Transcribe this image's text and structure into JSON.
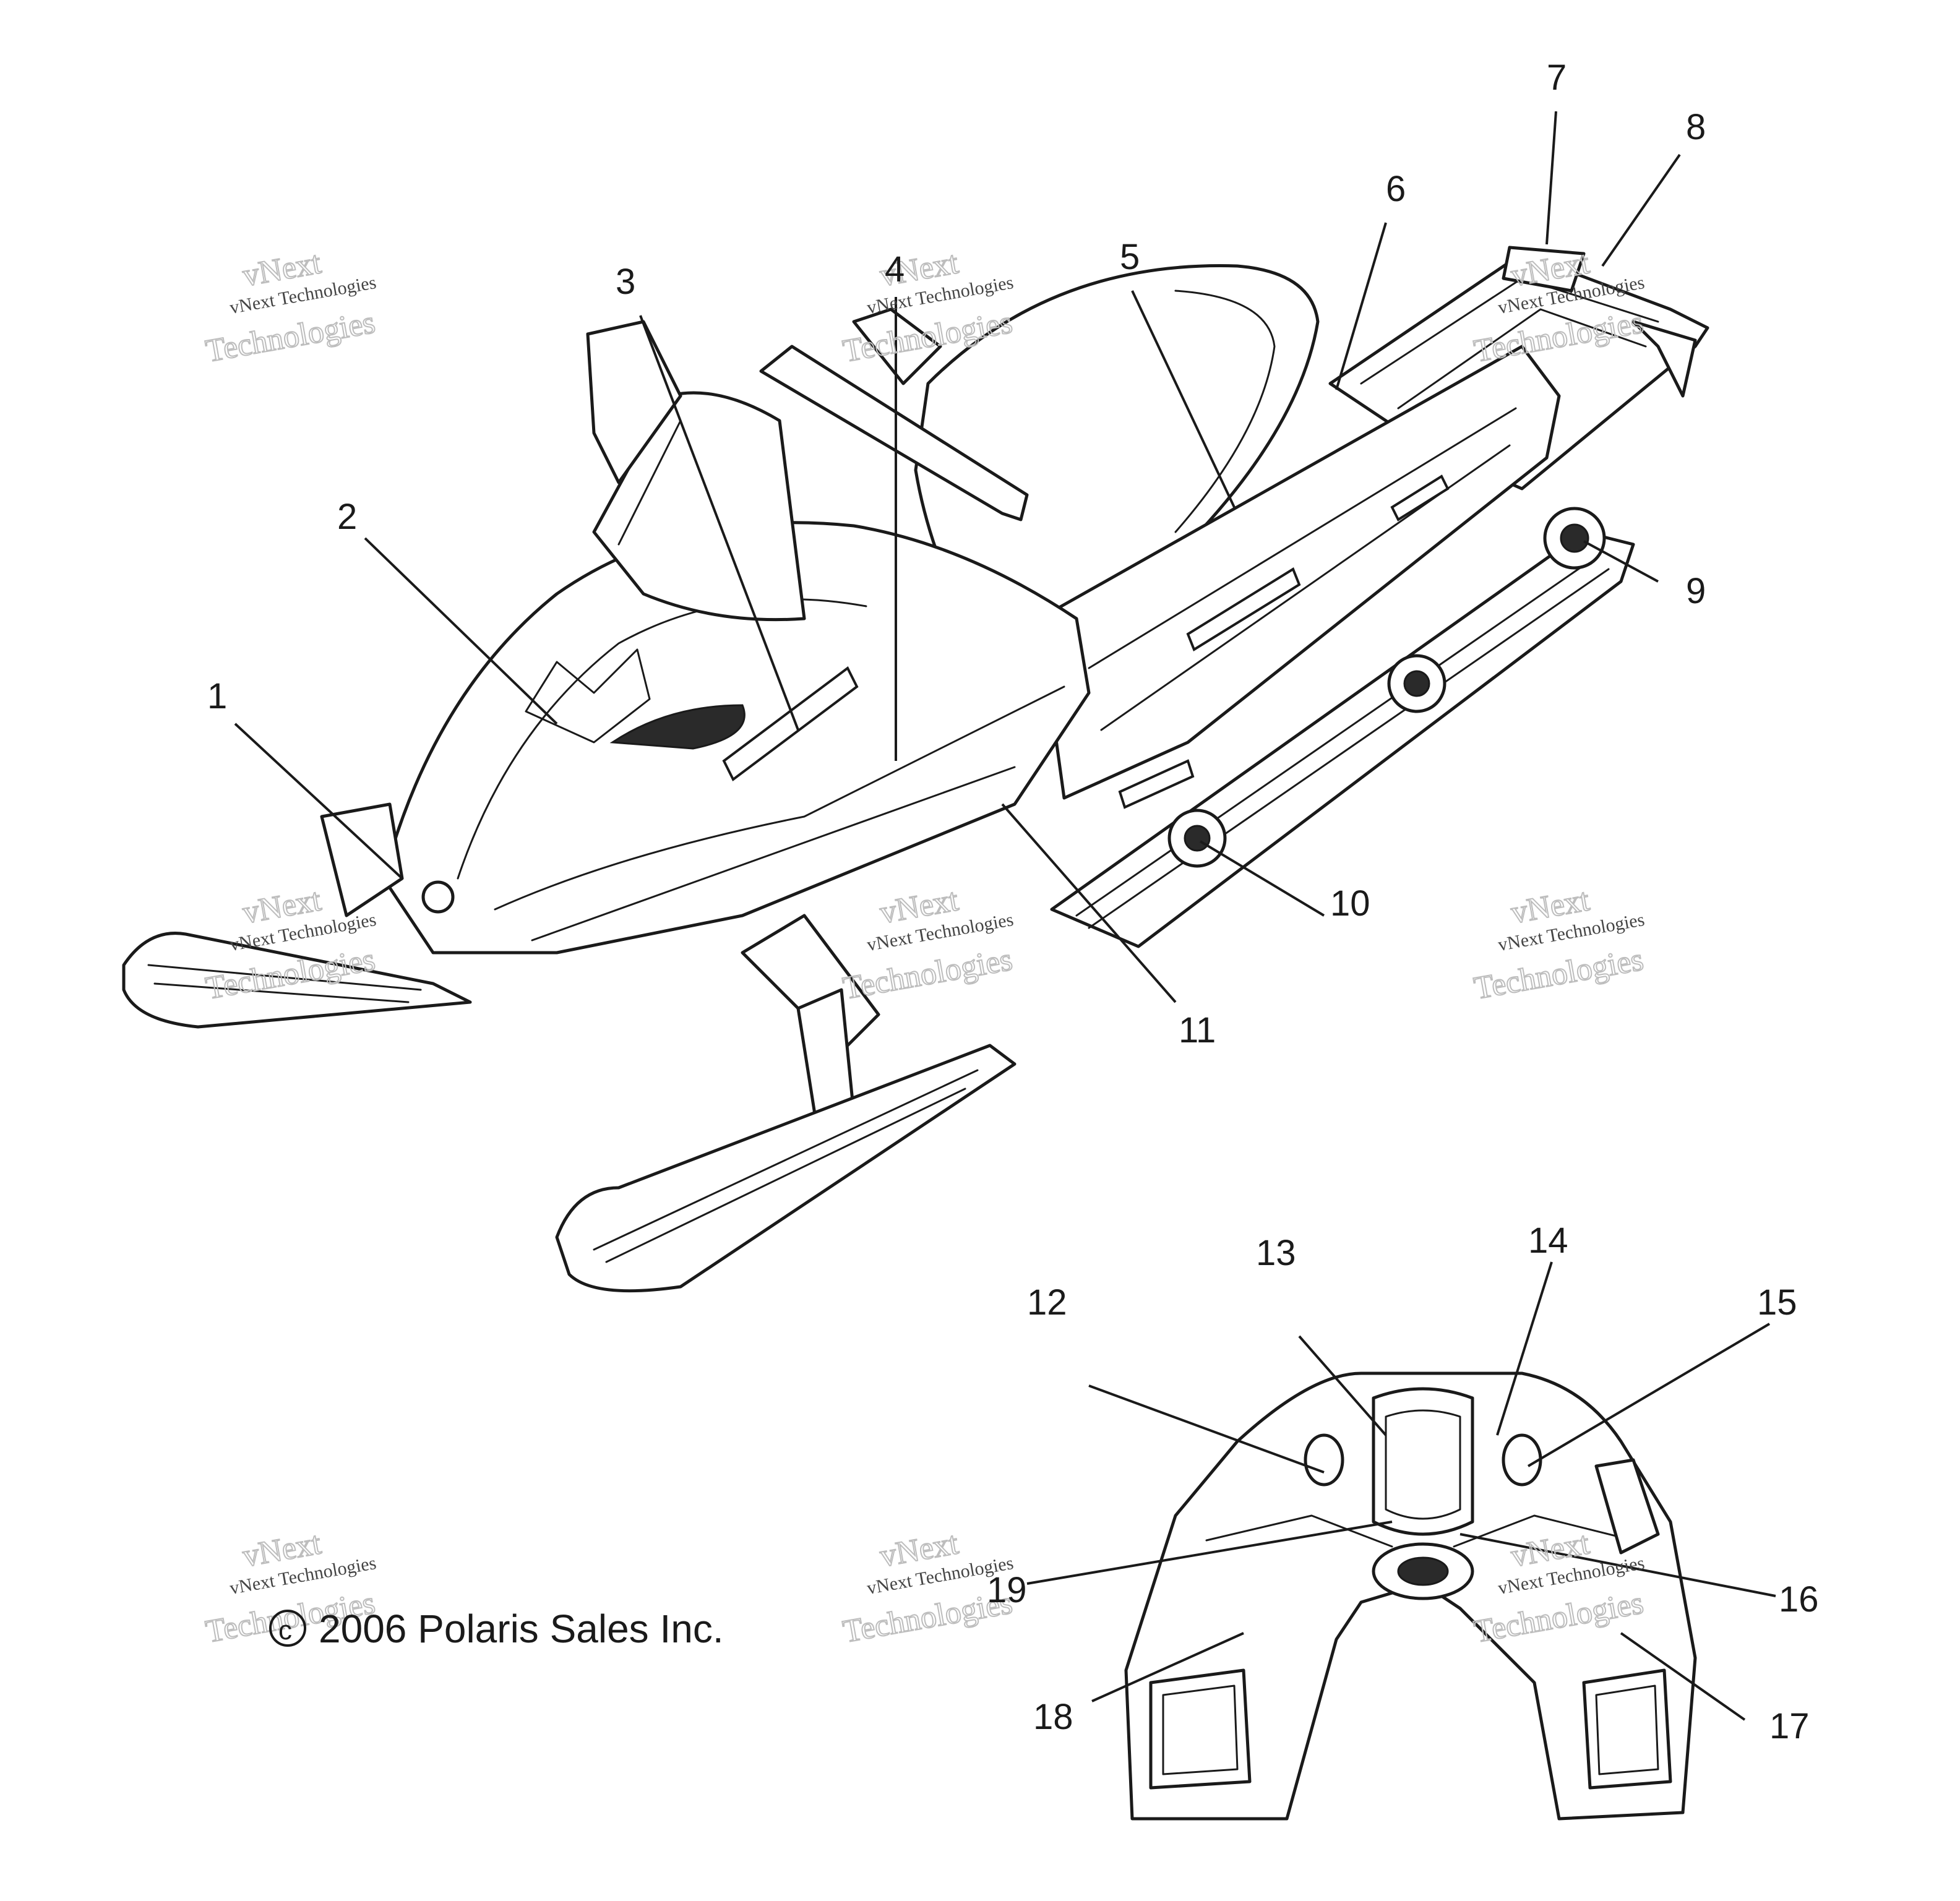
{
  "callouts": [
    "1",
    "2",
    "3",
    "4",
    "5",
    "6",
    "7",
    "8",
    "9",
    "10",
    "11",
    "12",
    "13",
    "14",
    "15",
    "16",
    "17",
    "18",
    "19"
  ],
  "watermark": {
    "line1": "vNext",
    "line2": "vNext Technologies",
    "line3": "Technologies"
  },
  "copyright": "2006 Polaris Sales Inc.",
  "copyright_symbol": "c"
}
